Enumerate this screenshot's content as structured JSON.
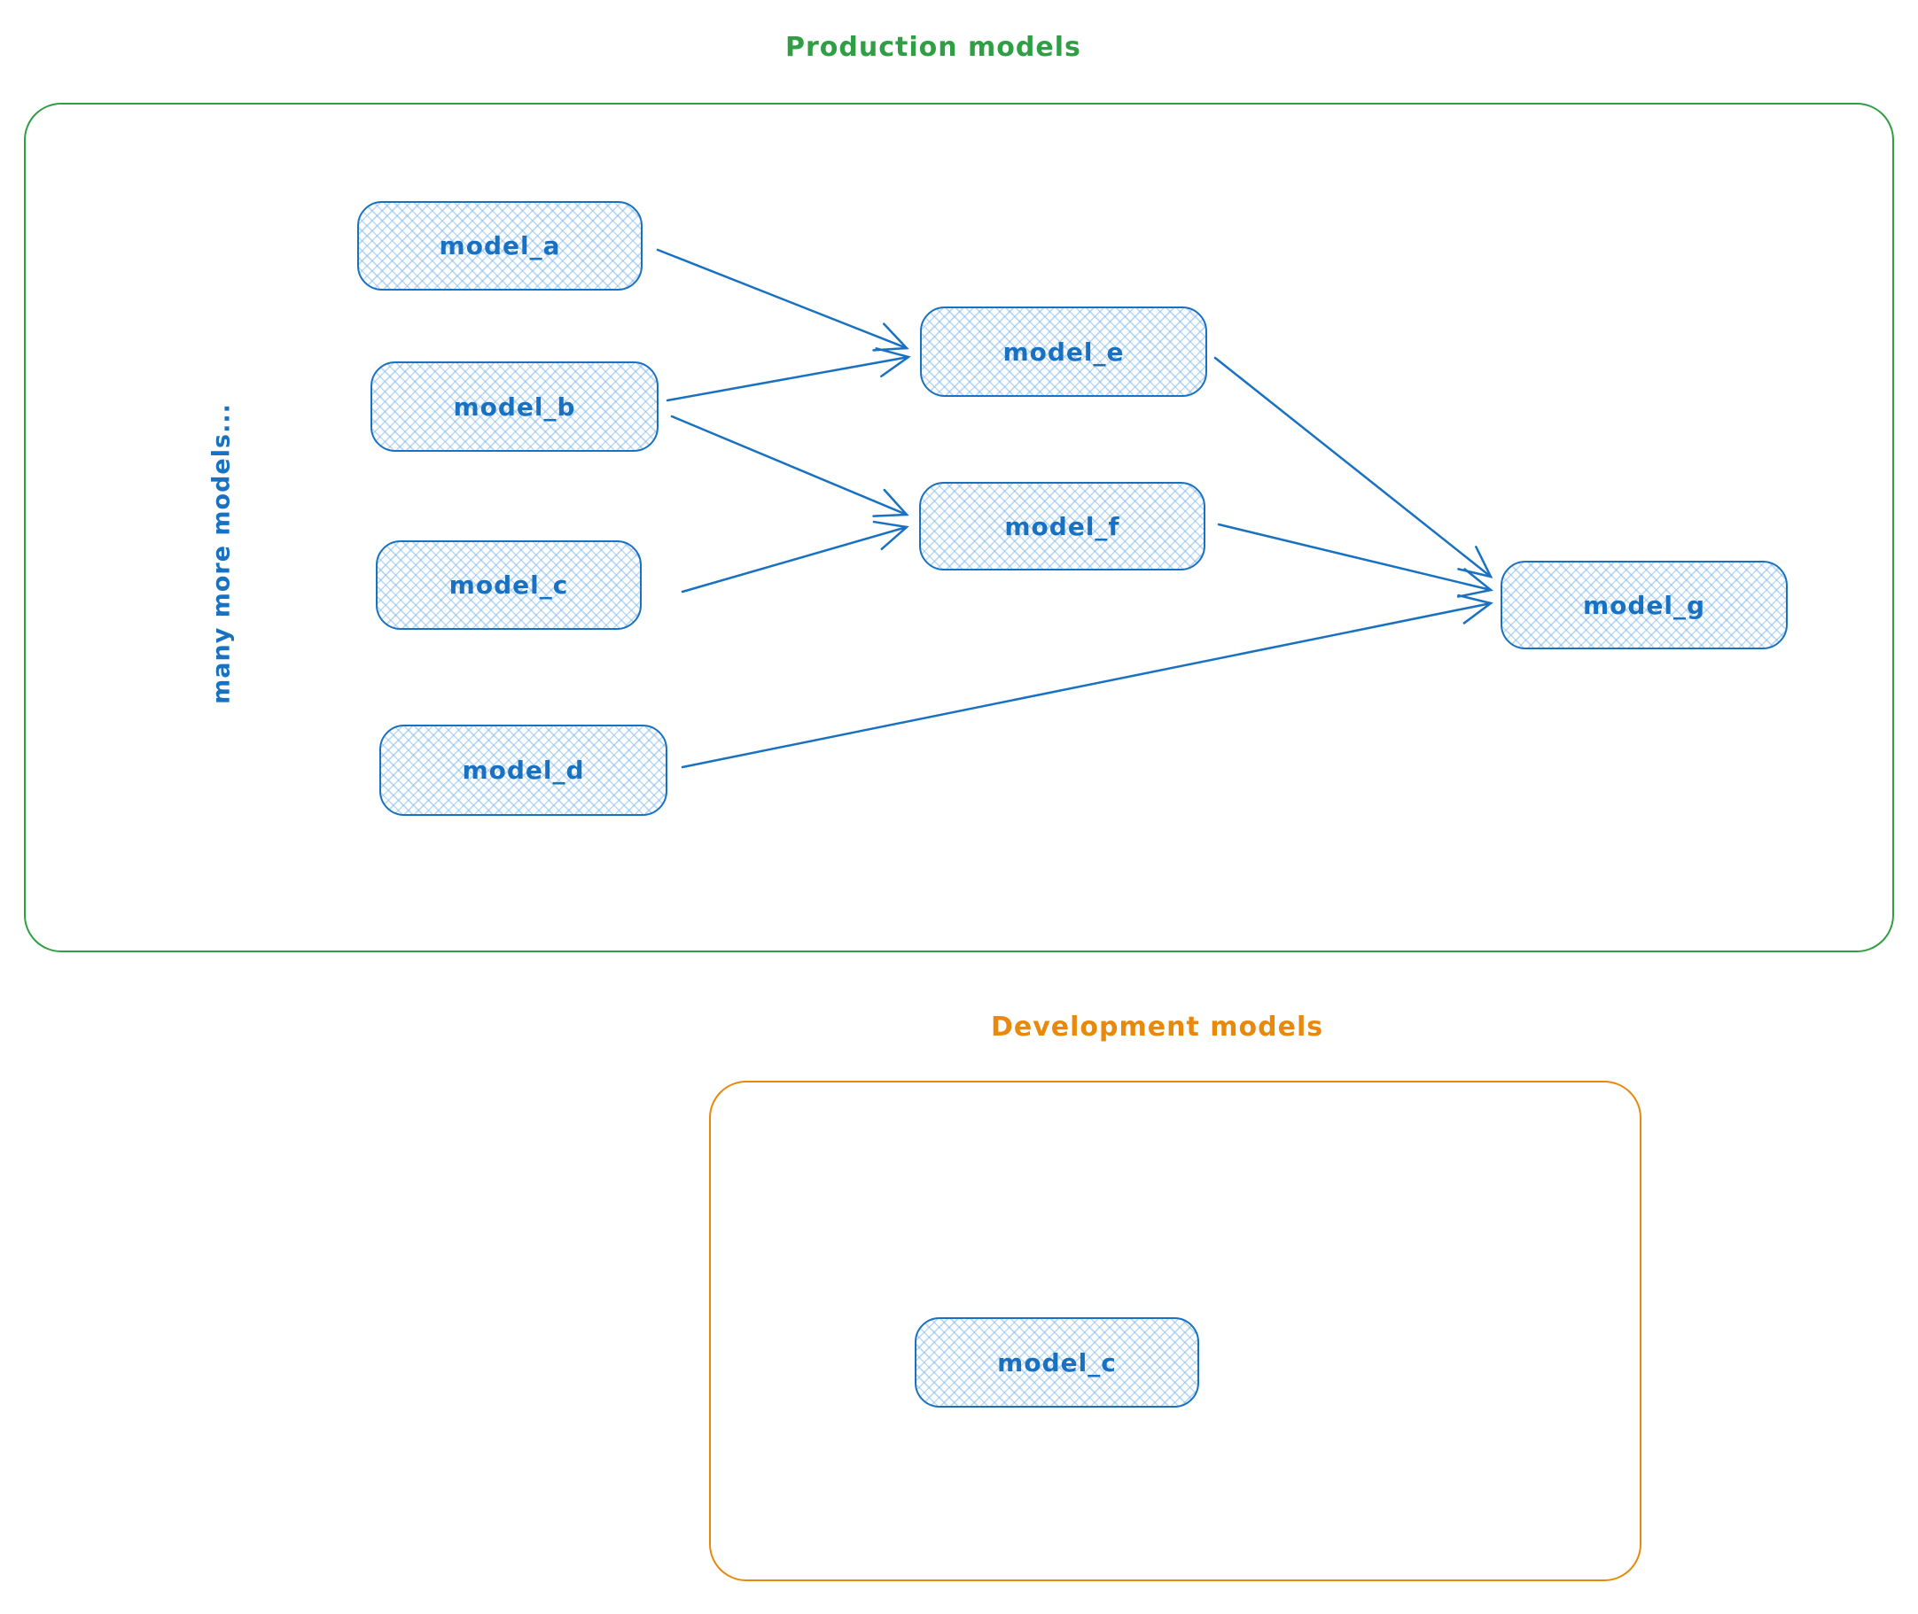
{
  "diagram": {
    "production": {
      "title": "Production models",
      "side_note": "many more models...",
      "nodes": [
        {
          "id": "model_a",
          "label": "model_a"
        },
        {
          "id": "model_b",
          "label": "model_b"
        },
        {
          "id": "model_c",
          "label": "model_c"
        },
        {
          "id": "model_d",
          "label": "model_d"
        },
        {
          "id": "model_e",
          "label": "model_e"
        },
        {
          "id": "model_f",
          "label": "model_f"
        },
        {
          "id": "model_g",
          "label": "model_g"
        }
      ],
      "edges": [
        {
          "from": "model_a",
          "to": "model_e"
        },
        {
          "from": "model_b",
          "to": "model_e"
        },
        {
          "from": "model_b",
          "to": "model_f"
        },
        {
          "from": "model_c",
          "to": "model_f"
        },
        {
          "from": "model_e",
          "to": "model_g"
        },
        {
          "from": "model_f",
          "to": "model_g"
        },
        {
          "from": "model_d",
          "to": "model_g"
        }
      ]
    },
    "development": {
      "title": "Development models",
      "nodes": [
        {
          "id": "model_c_dev",
          "label": "model_c"
        }
      ]
    },
    "colors": {
      "node_stroke": "#1971c2",
      "node_fill_hatch": "#a5d8ff",
      "production_border": "#2f9e44",
      "development_border": "#e8890c"
    }
  }
}
